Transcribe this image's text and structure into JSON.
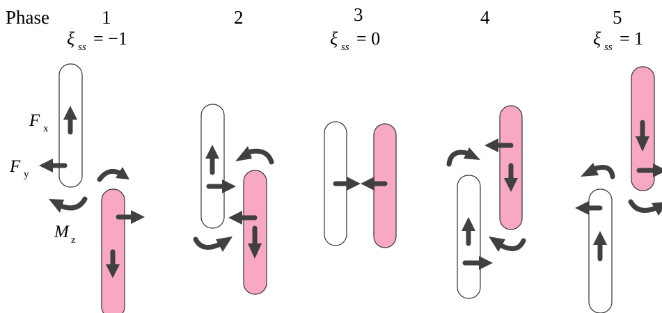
{
  "header": {
    "phase_word": "Phase",
    "phase_numbers": [
      "1",
      "2",
      "3",
      "4",
      "5"
    ],
    "xi_symbol": "ξ",
    "xi_subscript": "ss",
    "xi_values": [
      {
        "phase": "1",
        "text": "= −1"
      },
      {
        "phase": "3",
        "text": "= 0"
      },
      {
        "phase": "5",
        "text": "= 1"
      }
    ]
  },
  "legend": {
    "fx_main": "F",
    "fx_sub": "x",
    "fy_main": "F",
    "fy_sub": "y",
    "mz_main": "M",
    "mz_sub": "z"
  },
  "colors": {
    "pink_body": "#f9a8c4",
    "white_body": "#ffffff",
    "arrow": "#404040",
    "outline": "#333333"
  }
}
